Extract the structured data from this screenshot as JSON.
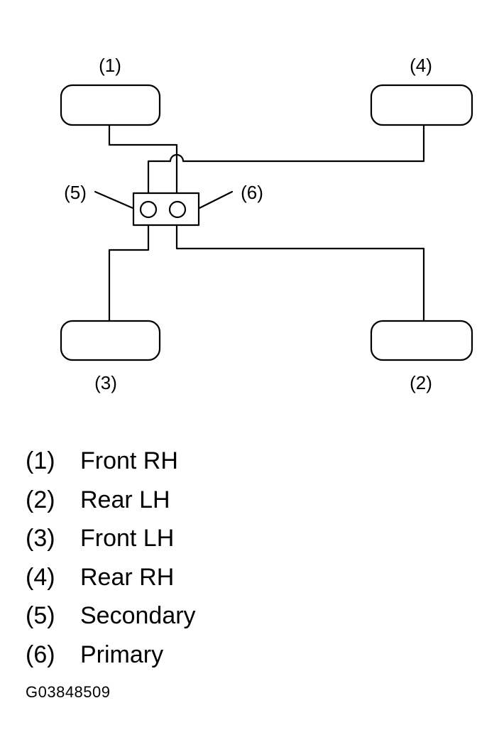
{
  "diagram": {
    "callouts": {
      "c1": "(1)",
      "c2": "(2)",
      "c3": "(3)",
      "c4": "(4)",
      "c5": "(5)",
      "c6": "(6)"
    }
  },
  "legend": [
    {
      "num": "(1)",
      "label": "Front RH"
    },
    {
      "num": "(2)",
      "label": "Rear LH"
    },
    {
      "num": "(3)",
      "label": "Front LH"
    },
    {
      "num": "(4)",
      "label": "Rear RH"
    },
    {
      "num": "(5)",
      "label": "Secondary"
    },
    {
      "num": "(6)",
      "label": "Primary"
    }
  ],
  "figure_id": "G03848509"
}
